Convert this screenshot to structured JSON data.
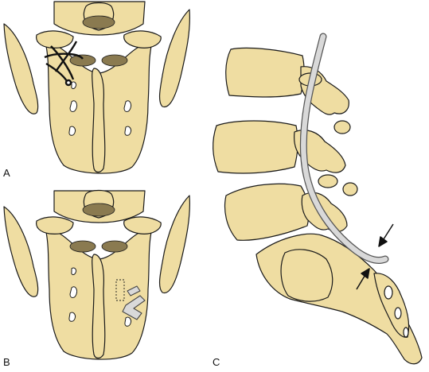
{
  "labels": {
    "a": "A",
    "b": "B",
    "c": "C"
  },
  "colors": {
    "bone": "#EFDDA2",
    "bone_shade": "#E3CC86",
    "outline": "#1a1a1a",
    "rod": "#D9D9D9",
    "rod_edge": "#555555",
    "background": "#FFFFFF"
  }
}
